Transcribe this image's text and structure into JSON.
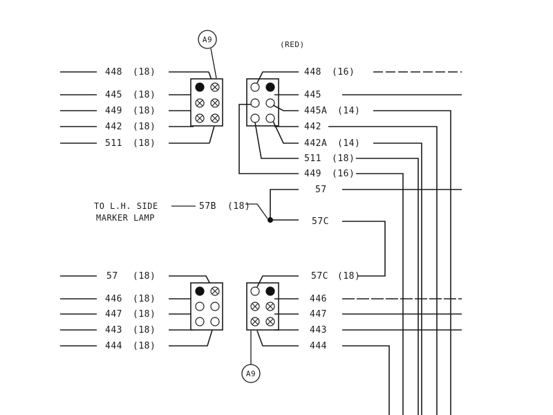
{
  "callouts": {
    "top": "A9",
    "bottom": "A9"
  },
  "top_note": "(RED)",
  "upper_left_wires": [
    {
      "num": "448",
      "gauge": "(18)"
    },
    {
      "num": "445",
      "gauge": "(18)"
    },
    {
      "num": "449",
      "gauge": "(18)"
    },
    {
      "num": "442",
      "gauge": "(18)"
    },
    {
      "num": "511",
      "gauge": "(18)"
    }
  ],
  "upper_right_wires": [
    {
      "num": "448",
      "gauge": "(16)"
    },
    {
      "num": "445",
      "gauge": ""
    },
    {
      "num": "445A",
      "gauge": "(14)"
    },
    {
      "num": "442",
      "gauge": ""
    },
    {
      "num": "442A",
      "gauge": "(14)"
    },
    {
      "num": "511",
      "gauge": "(18)"
    },
    {
      "num": "449",
      "gauge": "(16)"
    }
  ],
  "middle": {
    "wire_57": "57",
    "wire_57c": "57C",
    "side_lamp_label_line1": "TO L.H. SIDE",
    "side_lamp_label_line2": "MARKER LAMP",
    "wire_57b": "57B",
    "wire_57b_gauge": "(18)"
  },
  "lower_left_wires": [
    {
      "num": "57",
      "gauge": "(18)"
    },
    {
      "num": "446",
      "gauge": "(18)"
    },
    {
      "num": "447",
      "gauge": "(18)"
    },
    {
      "num": "443",
      "gauge": "(18)"
    },
    {
      "num": "444",
      "gauge": "(18)"
    }
  ],
  "lower_right_wires": [
    {
      "num": "57C",
      "gauge": "(18)"
    },
    {
      "num": "446",
      "gauge": ""
    },
    {
      "num": "447",
      "gauge": ""
    },
    {
      "num": "443",
      "gauge": ""
    },
    {
      "num": "444",
      "gauge": ""
    }
  ]
}
